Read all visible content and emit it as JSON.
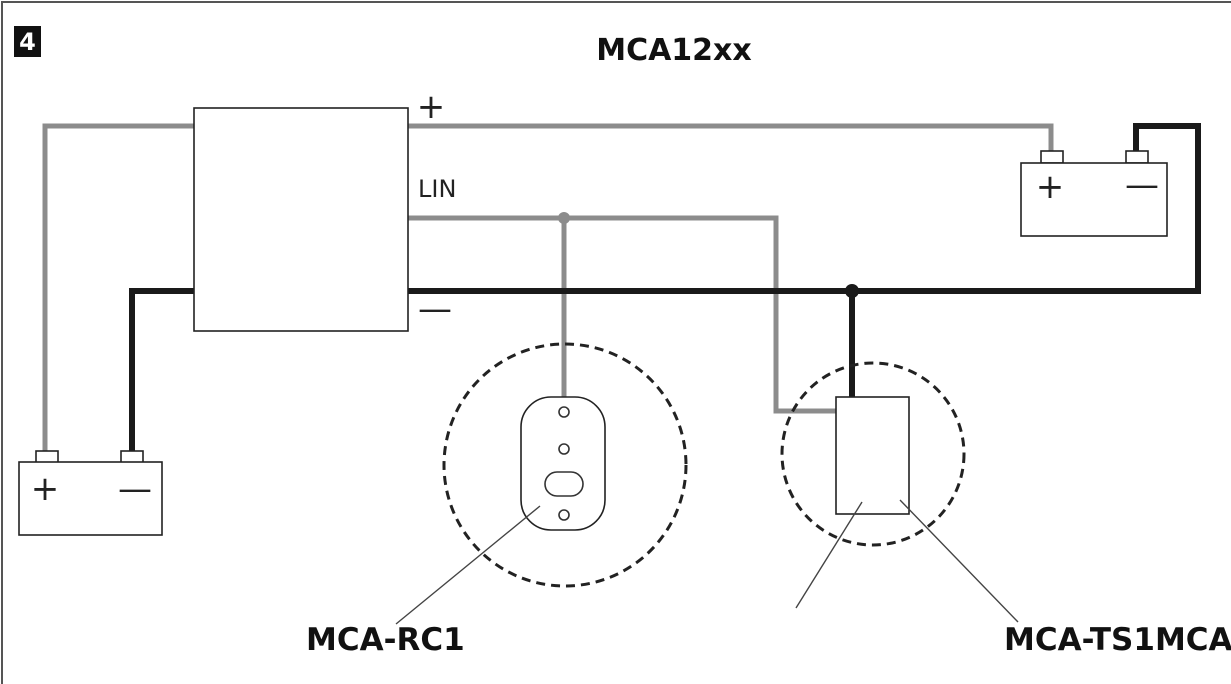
{
  "figure_number": "4",
  "title": "MCA12xx",
  "controller": {
    "plus_label": "+",
    "lin_label": "LIN",
    "minus_label": "—"
  },
  "battery_left": {
    "plus": "+",
    "minus": "—"
  },
  "battery_right": {
    "plus": "+",
    "minus": "—"
  },
  "callouts": {
    "remote": "MCA-RC1",
    "sensor": "MCA-TS1MCA"
  },
  "colors": {
    "positive_wire": "#8c8c8c",
    "negative_wire": "#1a1a1a",
    "lin_wire": "#8c8c8c"
  }
}
